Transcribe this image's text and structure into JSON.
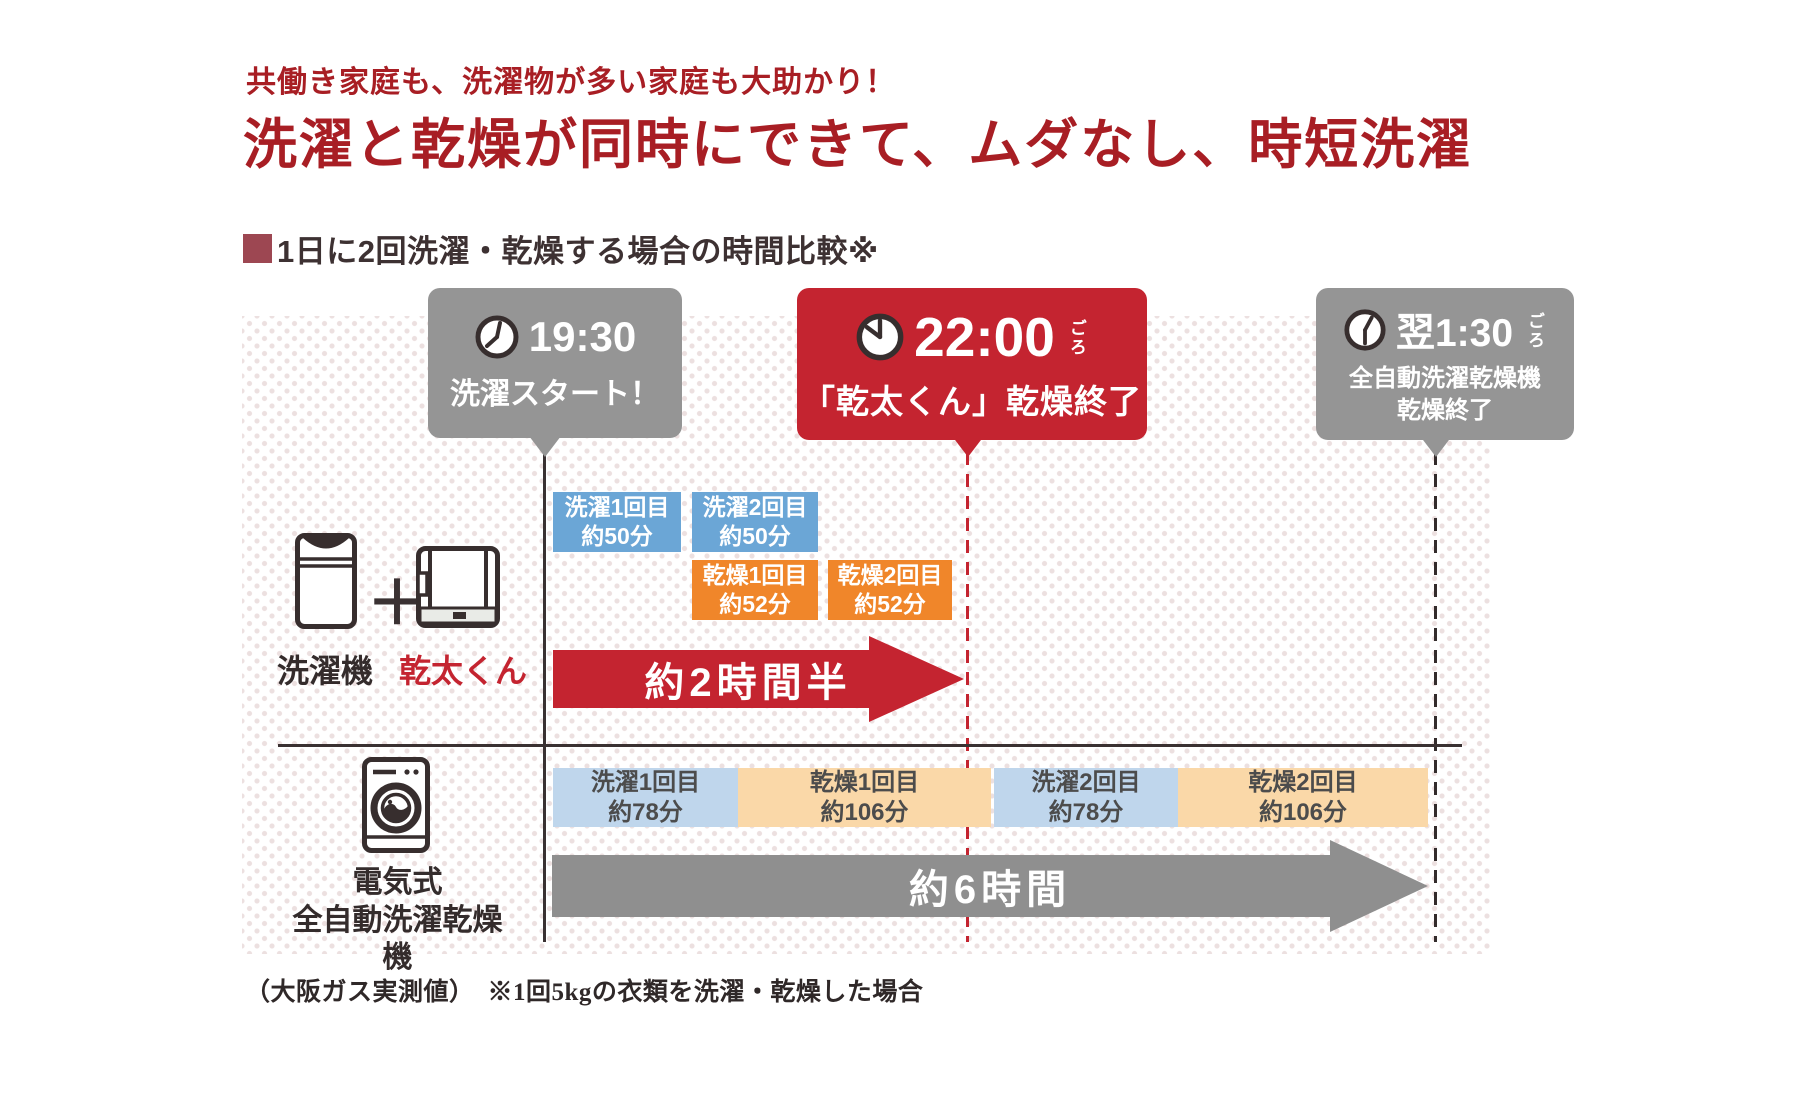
{
  "header": {
    "subtitle": "共働き家庭も、洗濯物が多い家庭も大助かり！",
    "title": "洗濯と乾燥が同時にできて、ムダなし、時短洗濯",
    "section_title": "1日に2回洗濯・乾燥する場合の時間比較※"
  },
  "events": {
    "start": {
      "time": "19:30",
      "label": "洗濯スタート！"
    },
    "kanta_end": {
      "time": "22:00",
      "suffix": "ごろ",
      "label": "「乾太くん」乾燥終了"
    },
    "electric_end": {
      "time": "翌1:30",
      "suffix": "ごろ",
      "label": "全自動洗濯乾燥機\n乾燥終了"
    }
  },
  "gas_row": {
    "machine1": "洗濯機",
    "plus": "＋",
    "machine2": "乾太くん",
    "bars": [
      {
        "label": "洗濯1回目\n約50分"
      },
      {
        "label": "洗濯2回目\n約50分"
      },
      {
        "label": "乾燥1回目\n約52分"
      },
      {
        "label": "乾燥2回目\n約52分"
      }
    ],
    "total": "約2時間半"
  },
  "electric_row": {
    "machine": "電気式\n全自動洗濯乾燥機",
    "bars": [
      {
        "label": "洗濯1回目\n約78分"
      },
      {
        "label": "乾燥1回目\n約106分"
      },
      {
        "label": "洗濯2回目\n約78分"
      },
      {
        "label": "乾燥2回目\n約106分"
      }
    ],
    "total": "約6時間"
  },
  "footnote": "（大阪ガス実測値）　※1回5kgの衣類を洗濯・乾燥した場合",
  "colors": {
    "heading_red": "#a81e24",
    "accent_red": "#c42430",
    "bubble_gray": "#959595",
    "arrow_gray": "#8f8f8f",
    "wash_blue": "#6ba6d6",
    "dry_orange": "#f0862a",
    "wash_blue_light": "#bfd6ec",
    "dry_orange_light": "#fad8a8",
    "section_square": "#9d4752",
    "dot_pattern": "#ece0e0",
    "dark_line": "#3a3132"
  },
  "chart_data": {
    "type": "bar",
    "title": "1日に2回洗濯・乾燥する場合の時間比較",
    "unit": "分",
    "start_time": "19:30",
    "series": [
      {
        "name": "洗濯機＋乾太くん",
        "segments": [
          {
            "label": "洗濯1回目",
            "minutes": 50
          },
          {
            "label": "洗濯2回目",
            "minutes": 50
          },
          {
            "label": "乾燥1回目",
            "minutes": 52
          },
          {
            "label": "乾燥2回目",
            "minutes": 52
          }
        ],
        "total": "約2時間半",
        "end_time": "22:00ごろ"
      },
      {
        "name": "電気式全自動洗濯乾燥機",
        "segments": [
          {
            "label": "洗濯1回目",
            "minutes": 78
          },
          {
            "label": "乾燥1回目",
            "minutes": 106
          },
          {
            "label": "洗濯2回目",
            "minutes": 78
          },
          {
            "label": "乾燥2回目",
            "minutes": 106
          }
        ],
        "total": "約6時間",
        "end_time": "翌1:30ごろ"
      }
    ]
  }
}
